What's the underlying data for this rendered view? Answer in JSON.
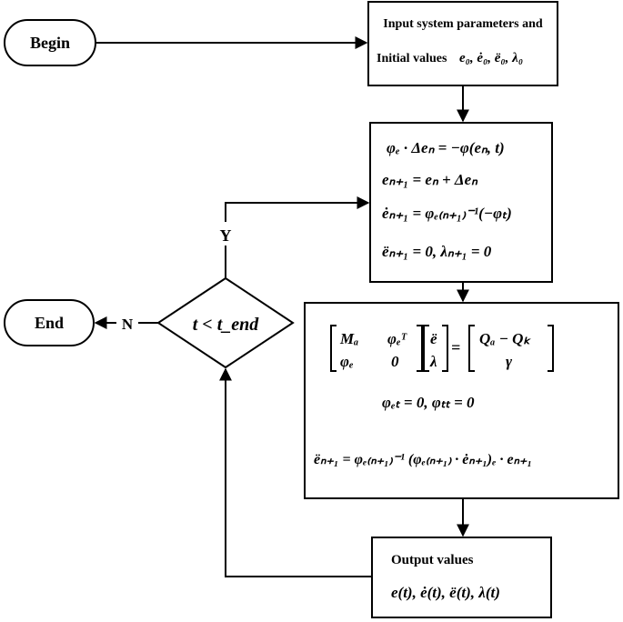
{
  "nodes": {
    "begin": "Begin",
    "end": "End",
    "input_line1": "Input system parameters and",
    "input_line2_label": "Initial values",
    "input_line2_vars": "e₀, ė₀, ë₀, λ₀",
    "update_eq1": "φₑ · Δeₙ = −φ(eₙ, t)",
    "update_eq2": "eₙ₊₁ = eₙ + Δeₙ",
    "update_eq3": "ėₙ₊₁ = φₑ₍ₙ₊₁₎⁻¹(−φₜ)",
    "update_eq4": "ëₙ₊₁ = 0, λₙ₊₁ = 0",
    "solve_mat_a11": "Mₐ",
    "solve_mat_a12": "φₑᵀ",
    "solve_mat_a21": "φₑ",
    "solve_mat_a22": "0",
    "solve_vec_x1": "ë",
    "solve_vec_x2": "λ",
    "solve_equals": "=",
    "solve_vec_b1": "Qₐ − Qₖ",
    "solve_vec_b2": "γ",
    "solve_eq2": "φₑₜ = 0, φₜₜ = 0",
    "solve_eq3": "ëₙ₊₁ = φₑ₍ₙ₊₁₎⁻¹ (φₑ₍ₙ₊₁₎ · ėₙ₊₁)ₑ · eₙ₊₁",
    "output_title": "Output values",
    "output_vars": "e(t), ė(t), ë(t),  λ(t)",
    "decision": "t < t_end"
  },
  "edges": {
    "yes": "Y",
    "no": "N"
  }
}
